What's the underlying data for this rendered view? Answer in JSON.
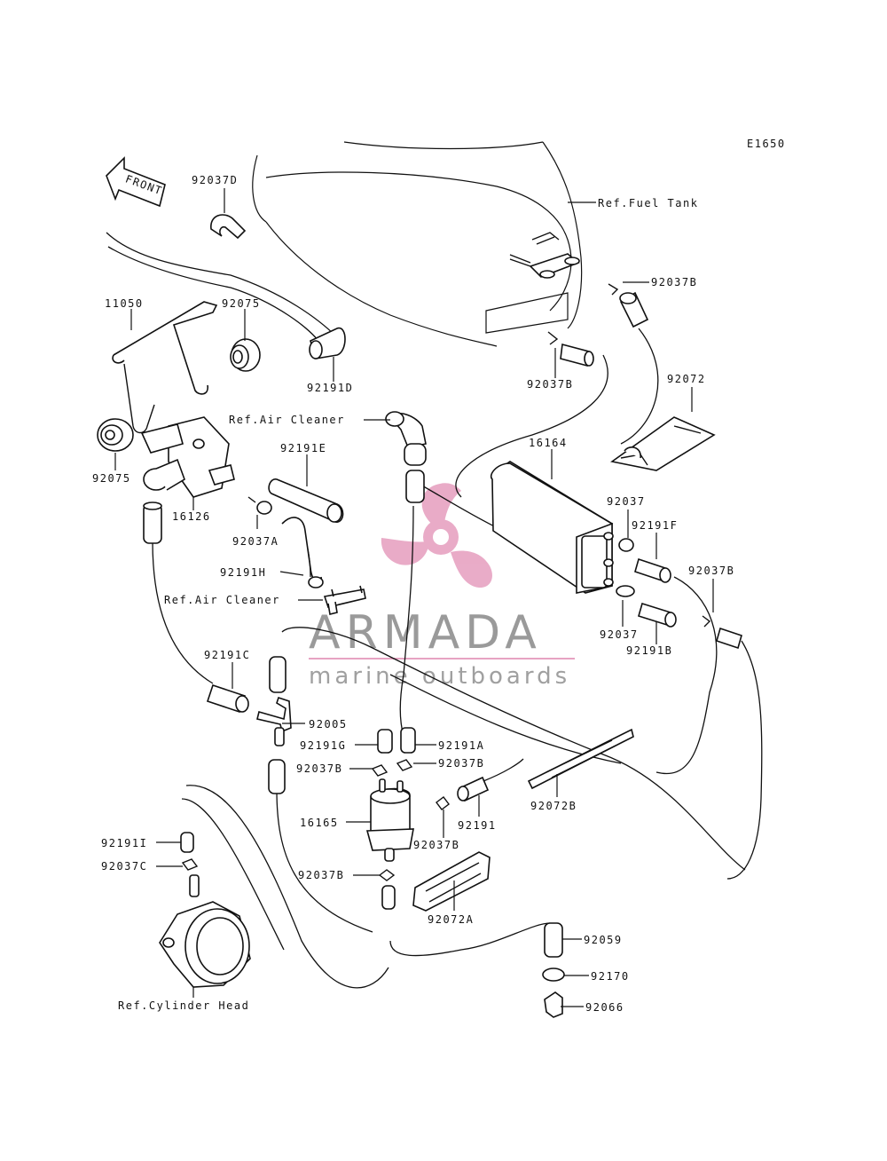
{
  "diagram_code": "E1650",
  "front_label": "FRONT",
  "watermark": {
    "title": "ARMADA",
    "subtitle": "marine outboards",
    "logo_color": "#e7a3c2"
  },
  "labels": {
    "p92037D": "92037D",
    "ref_fuel_tank": "Ref.Fuel Tank",
    "p11050": "11050",
    "p92075_top": "92075",
    "p92037B_1": "92037B",
    "p92191D": "92191D",
    "p92037B_2": "92037B",
    "p92072": "92072",
    "ref_air_cleaner_1": "Ref.Air Cleaner",
    "p92191E": "92191E",
    "p16164": "16164",
    "p92075_left": "92075",
    "p16126": "16126",
    "p92037": "92037",
    "p92191F": "92191F",
    "p92037A": "92037A",
    "p92037B_3": "92037B",
    "p92191H": "92191H",
    "ref_air_cleaner_2": "Ref.Air Cleaner",
    "p92037_2": "92037",
    "p92191B": "92191B",
    "p92191C": "92191C",
    "p92005": "92005",
    "p92191G": "92191G",
    "p92191A": "92191A",
    "p92037B_4": "92037B",
    "p92037B_5": "92037B",
    "p92072B": "92072B",
    "p16165": "16165",
    "p92191": "92191",
    "p92037B_6": "92037B",
    "p92191I": "92191I",
    "p92037C": "92037C",
    "p92037B_7": "92037B",
    "p92072A": "92072A",
    "p92059": "92059",
    "p92170": "92170",
    "p92066": "92066",
    "ref_cylinder_head": "Ref.Cylinder Head"
  }
}
